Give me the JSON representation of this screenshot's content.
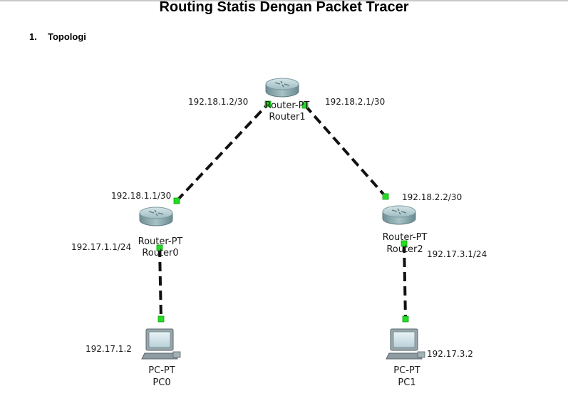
{
  "document": {
    "title": "Routing Statis Dengan Packet Tracer",
    "section_number": "1.",
    "section_title": "Topologi"
  },
  "devices": {
    "router1": {
      "type": "Router-PT",
      "name": "Router1"
    },
    "router0": {
      "type": "Router-PT",
      "name": "Router0"
    },
    "router2": {
      "type": "Router-PT",
      "name": "Router2"
    },
    "pc0": {
      "type": "PC-PT",
      "name": "PC0"
    },
    "pc1": {
      "type": "PC-PT",
      "name": "PC1"
    }
  },
  "addresses": {
    "r1_to_r0": "192.18.1.2/30",
    "r1_to_r2": "192.18.2.1/30",
    "r0_to_r1": "192.18.1.1/30",
    "r2_to_r1": "192.18.2.2/30",
    "r0_lan": "192.17.1.1/24",
    "r2_lan": "192.17.3.1/24",
    "pc0_ip": "192.17.1.2",
    "pc1_ip": "192.17.3.2"
  },
  "links": [
    {
      "from": "Router0",
      "to": "Router1"
    },
    {
      "from": "Router1",
      "to": "Router2"
    },
    {
      "from": "Router0",
      "to": "PC0"
    },
    {
      "from": "Router2",
      "to": "PC1"
    }
  ],
  "colors": {
    "link": "#111111",
    "port_up": "#22dd22",
    "router_body": "#8fb0b6"
  }
}
